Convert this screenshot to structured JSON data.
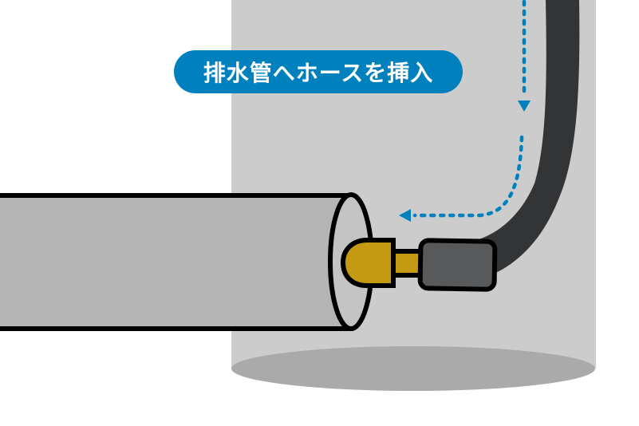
{
  "label": {
    "text": "排水管へホースを挿入"
  },
  "colors": {
    "background": "#ffffff",
    "column": "#cccccc",
    "column_base": "#aaaaaa",
    "pipe": "#b4b4b4",
    "outline": "#000000",
    "hose": "#333436",
    "coupler": "#58595b",
    "nozzle": "#c39a12",
    "arrow": "#0080bd",
    "label_bg": "#0080bd",
    "label_text": "#ffffff"
  },
  "diagram": {
    "elements": [
      "drain-column",
      "drain-pipe",
      "hose",
      "hose-coupler",
      "brass-nozzle",
      "insertion-arrow"
    ]
  }
}
